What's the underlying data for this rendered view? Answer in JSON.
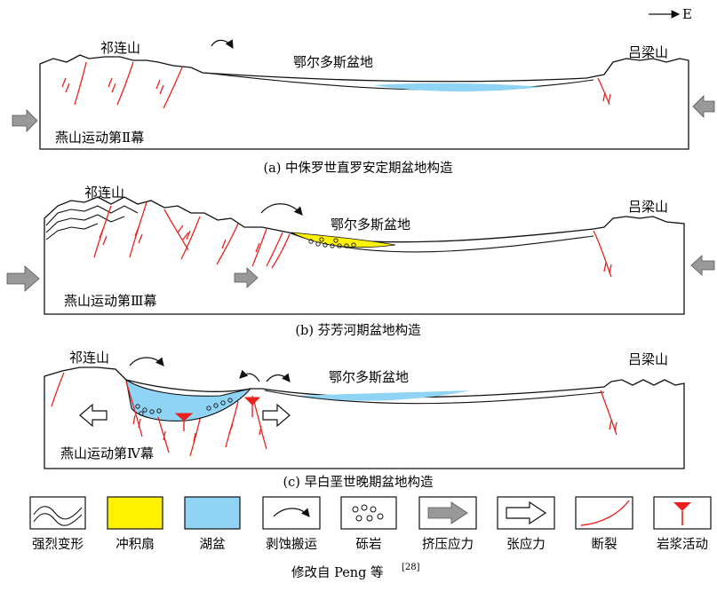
{
  "compass": "E",
  "panels": [
    {
      "west_label": "祁连山",
      "basin_label": "鄂尔多斯盆地",
      "east_label": "吕梁山",
      "phase_label": "燕山运动第Ⅱ幕",
      "caption": "(a) 中侏罗世直罗安定期盆地构造"
    },
    {
      "west_label": "祁连山",
      "basin_label": "鄂尔多斯盆地",
      "east_label": "吕梁山",
      "phase_label": "燕山运动第Ⅲ幕",
      "caption": "(b) 芬芳河期盆地构造"
    },
    {
      "west_label": "祁连山",
      "basin_label": "鄂尔多斯盆地",
      "east_label": "吕梁山",
      "phase_label": "燕山运动第Ⅳ幕",
      "caption": "(c) 早白垩世晚期盆地构造"
    }
  ],
  "legend": [
    {
      "label": "强烈变形",
      "icon": "folded-layers-icon"
    },
    {
      "label": "冲积扇",
      "icon": "alluvial-fan-swatch",
      "color": "#FFF200"
    },
    {
      "label": "湖盆",
      "icon": "lake-basin-swatch",
      "color": "#8FD3F5"
    },
    {
      "label": "剥蚀搬运",
      "icon": "erosion-transport-arrow-icon"
    },
    {
      "label": "砾岩",
      "icon": "conglomerate-icon"
    },
    {
      "label": "挤压应力",
      "icon": "compressive-stress-arrow-icon",
      "color": "#999999"
    },
    {
      "label": "张应力",
      "icon": "tensile-stress-arrow-icon"
    },
    {
      "label": "断裂",
      "icon": "fault-icon",
      "color": "#E8211E"
    },
    {
      "label": "岩浆活动",
      "icon": "magmatism-icon",
      "color": "#E8211E"
    }
  ],
  "source_pre": "修改自 Peng 等",
  "source_ref": "[28]"
}
